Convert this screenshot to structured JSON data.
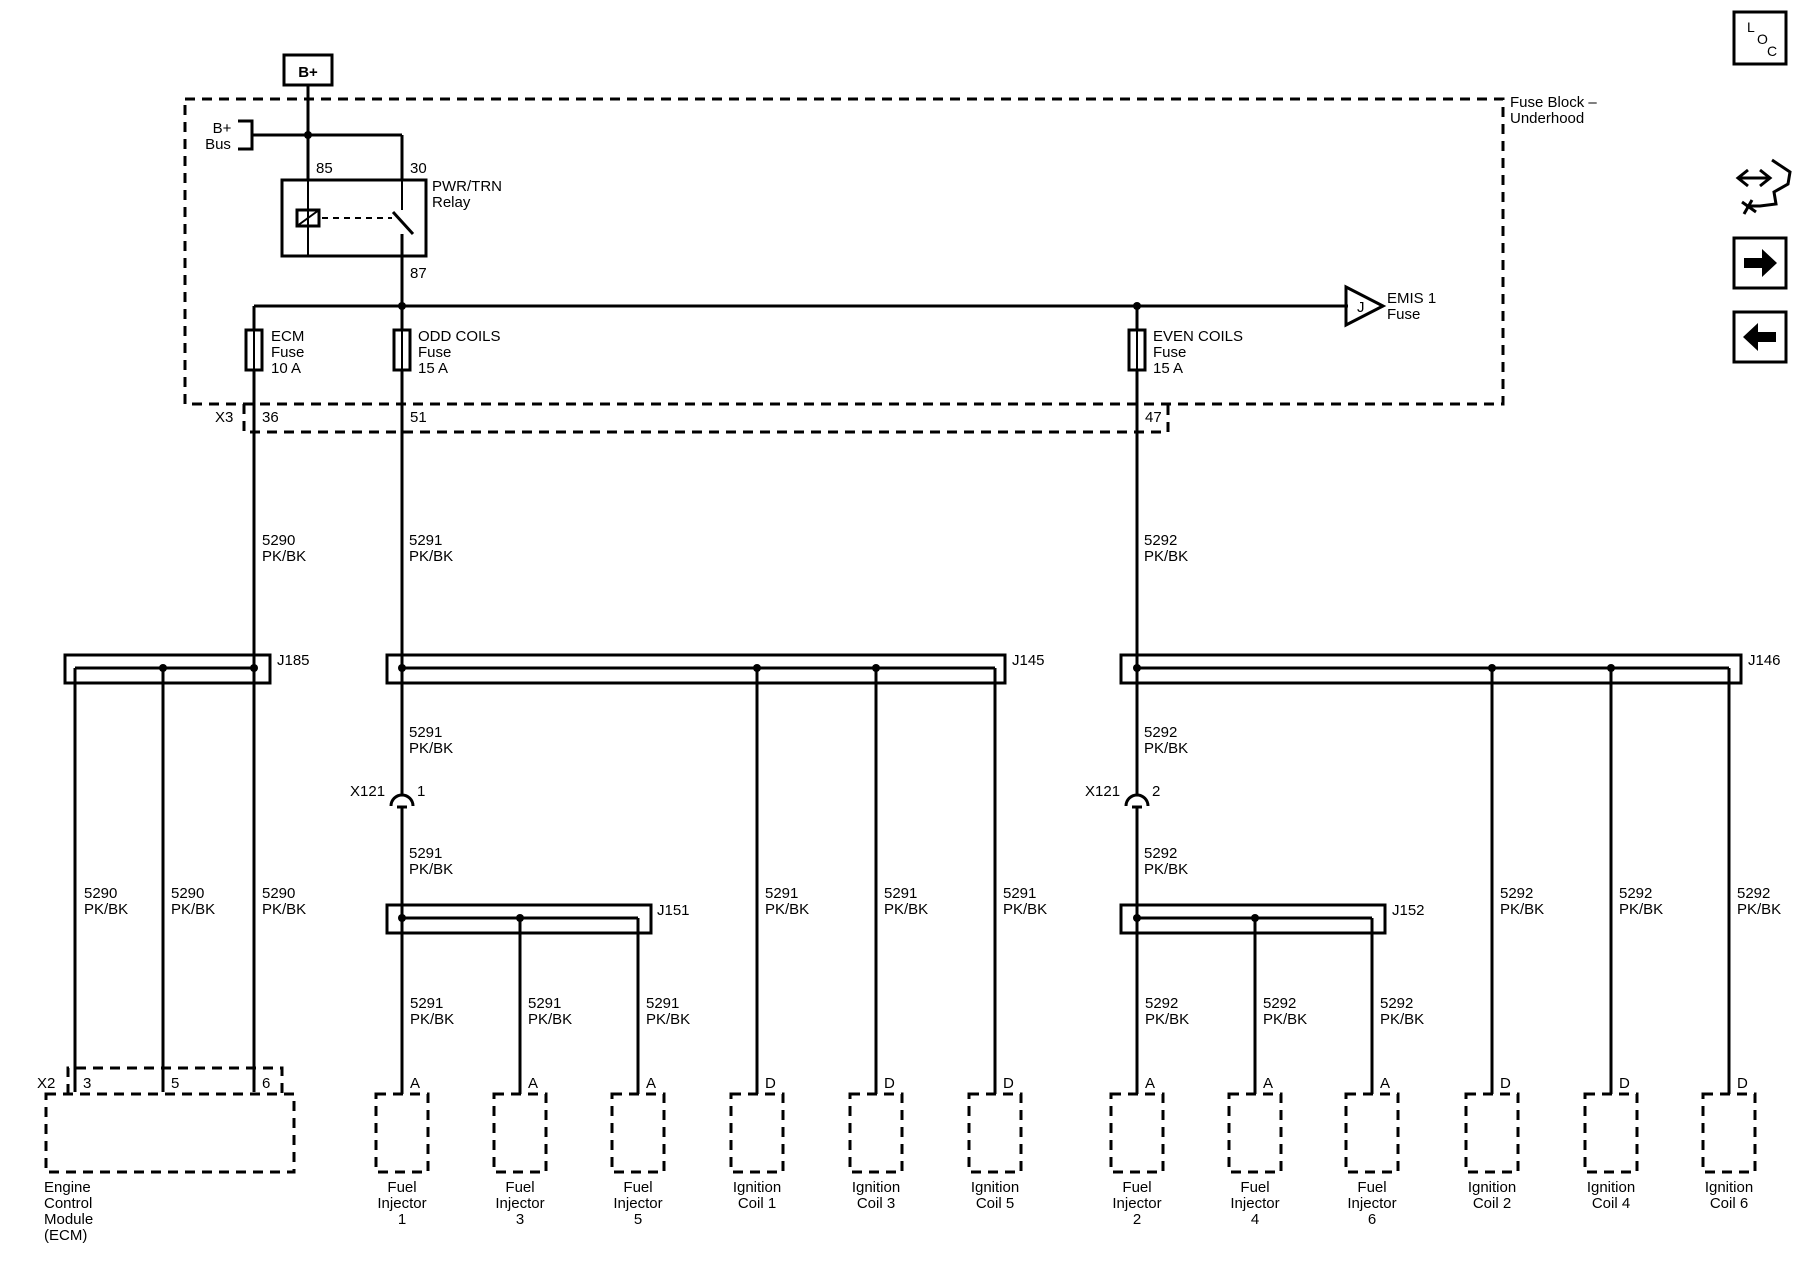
{
  "power": {
    "source": "B+",
    "bus_line1": "B+",
    "bus_line2": "Bus"
  },
  "fuse_block": {
    "line1": "Fuse Block –",
    "line2": "Underhood"
  },
  "relay": {
    "line1": "PWR/TRN",
    "line2": "Relay",
    "pin85": "85",
    "pin30": "30",
    "pin87": "87"
  },
  "fuses": [
    {
      "name": "ECM",
      "word": "Fuse",
      "rating": "10 A",
      "pin": "36"
    },
    {
      "name": "ODD COILS",
      "word": "Fuse",
      "rating": "15 A",
      "pin": "51"
    },
    {
      "name": "EVEN COILS",
      "word": "Fuse",
      "rating": "15 A",
      "pin": "47"
    }
  ],
  "emis": {
    "letter": "J",
    "line1": "EMIS 1",
    "line2": "Fuse"
  },
  "connectors": {
    "x3": "X3",
    "x2": "X2",
    "x121": "X121",
    "x121_pin1": "1",
    "x121_pin2": "2"
  },
  "splices": {
    "j185": "J185",
    "j145": "J145",
    "j146": "J146",
    "j151": "J151",
    "j152": "J152"
  },
  "wires": {
    "c5290": "5290",
    "c5291": "5291",
    "c5292": "5292",
    "color": "PK/BK"
  },
  "ecm": {
    "line1": "Engine",
    "line2": "Control",
    "line3": "Module",
    "line4": "(ECM)",
    "pin3": "3",
    "pin5": "5",
    "pin6": "6"
  },
  "components": [
    {
      "pin": "A",
      "line1": "Fuel",
      "line2": "Injector",
      "line3": "1"
    },
    {
      "pin": "A",
      "line1": "Fuel",
      "line2": "Injector",
      "line3": "3"
    },
    {
      "pin": "A",
      "line1": "Fuel",
      "line2": "Injector",
      "line3": "5"
    },
    {
      "pin": "D",
      "line1": "Ignition",
      "line2": "Coil 1",
      "line3": ""
    },
    {
      "pin": "D",
      "line1": "Ignition",
      "line2": "Coil 3",
      "line3": ""
    },
    {
      "pin": "D",
      "line1": "Ignition",
      "line2": "Coil 5",
      "line3": ""
    },
    {
      "pin": "A",
      "line1": "Fuel",
      "line2": "Injector",
      "line3": "2"
    },
    {
      "pin": "A",
      "line1": "Fuel",
      "line2": "Injector",
      "line3": "4"
    },
    {
      "pin": "A",
      "line1": "Fuel",
      "line2": "Injector",
      "line3": "6"
    },
    {
      "pin": "D",
      "line1": "Ignition",
      "line2": "Coil 2",
      "line3": ""
    },
    {
      "pin": "D",
      "line1": "Ignition",
      "line2": "Coil 4",
      "line3": ""
    },
    {
      "pin": "D",
      "line1": "Ignition",
      "line2": "Coil 6",
      "line3": ""
    }
  ],
  "nav": {
    "loc_l": "L",
    "loc_o": "O",
    "loc_c": "C",
    "icons": [
      "loc-icon",
      "connector-views-icon",
      "next-arrow-icon",
      "previous-arrow-icon"
    ]
  }
}
